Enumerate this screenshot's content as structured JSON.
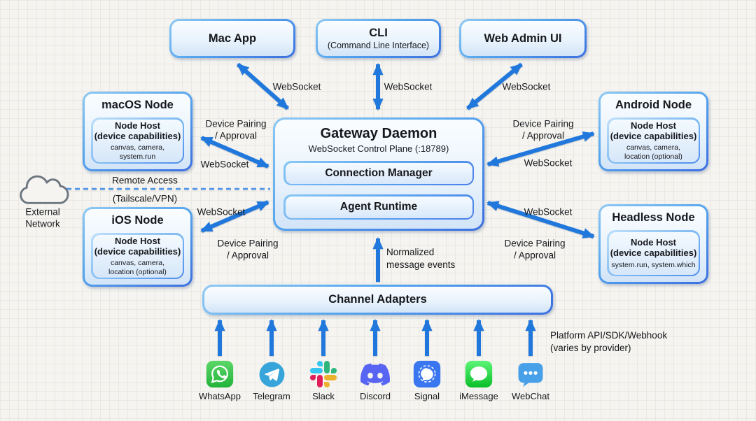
{
  "apps": {
    "mac_app": "Mac App",
    "cli_title": "CLI",
    "cli_subtitle": "(Command Line Interface)",
    "web_admin": "Web Admin UI"
  },
  "gateway": {
    "title": "Gateway Daemon",
    "subtitle": "WebSocket Control Plane (:18789)",
    "connection_manager": "Connection Manager",
    "agent_runtime": "Agent Runtime"
  },
  "nodes": {
    "macos": {
      "title": "macOS Node",
      "host": "Node Host\n(device capabilities)",
      "capabilities": "canvas, camera, system.run"
    },
    "ios": {
      "title": "iOS Node",
      "host": "Node Host\n(device capabilities)",
      "capabilities": "canvas, camera,\nlocation (optional)"
    },
    "android": {
      "title": "Android Node",
      "host": "Node Host\n(device capabilities)",
      "capabilities": "canvas, camera,\nlocation (optional)"
    },
    "headless": {
      "title": "Headless Node",
      "host": "Node Host\n(device capabilities)",
      "capabilities": "system.run, system.which"
    }
  },
  "channel_adapters": {
    "title": "Channel Adapters"
  },
  "channels": [
    "WhatsApp",
    "Telegram",
    "Slack",
    "Discord",
    "Signal",
    "iMessage",
    "WebChat"
  ],
  "labels": {
    "websocket": "WebSocket",
    "device_pairing": "Device Pairing\n/ Approval",
    "normalized_events": "Normalized\nmessage events",
    "remote_access": "Remote Access",
    "remote_access_sub": "(Tailscale/VPN)",
    "platform_api": "Platform API/SDK/Webhook\n(varies by provider)",
    "external_network": "External\nNetwork"
  },
  "colors": {
    "arrow": "#2178DC",
    "dashed_link": "#4D96E8",
    "box_border_dark": "#3B6FE0",
    "box_border_light": "#8EC9F4",
    "whatsapp_green": "#23B33A",
    "telegram_blue": "#37A5DA",
    "slack_pink": "#E01E5A",
    "slack_blue": "#36C5F0",
    "slack_green": "#2EB67D",
    "slack_yellow": "#ECB22E",
    "discord_purple": "#5865F2",
    "signal_blue": "#3A76F0",
    "imessage_green": "#0ABE29",
    "webchat_blue": "#47A0E8"
  }
}
